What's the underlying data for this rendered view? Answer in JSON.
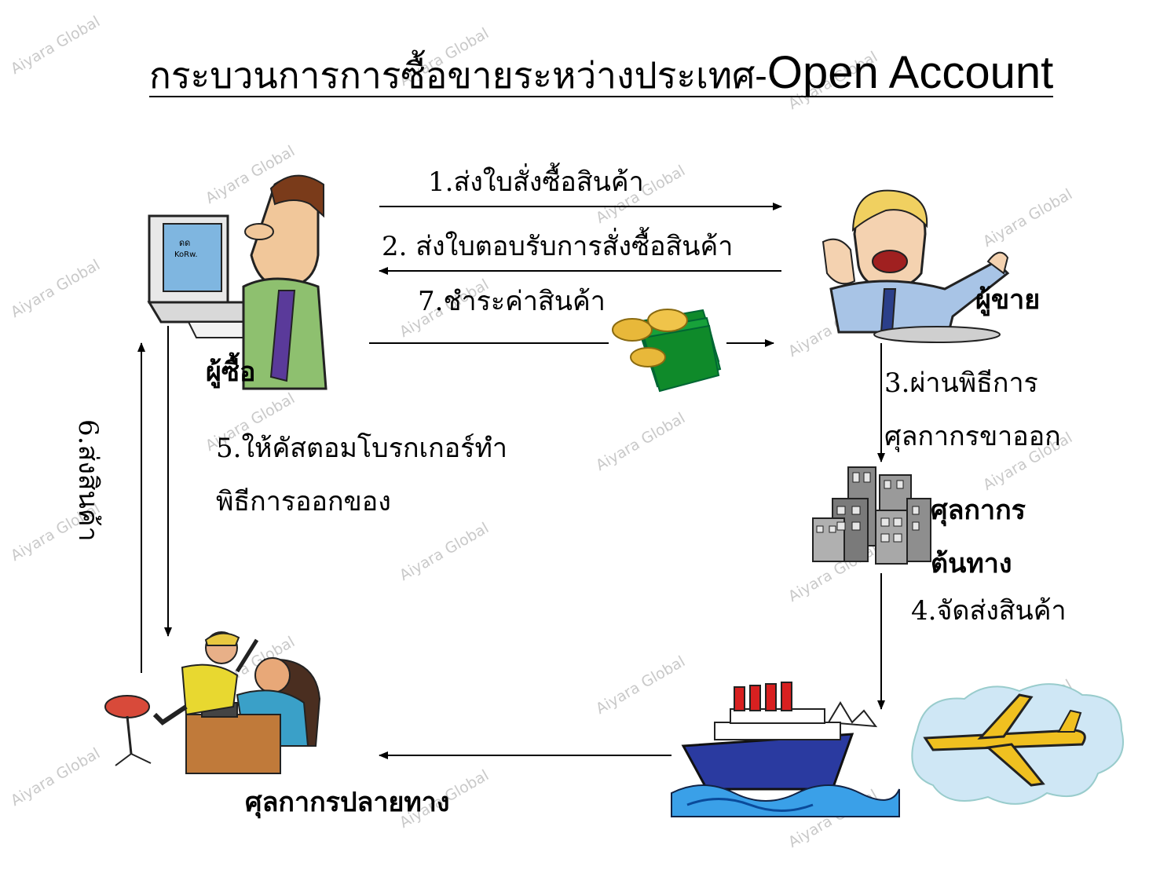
{
  "title": {
    "thai": "กระบวนการการซื้อขายระหว่างประเทศ-",
    "english": "Open Account"
  },
  "steps": {
    "step1": "1.ส่งใบสั่งซื้อสินค้า",
    "step2": "2. ส่งใบตอบรับการสั่งซื้อสินค้า",
    "step7": "7.ชำระค่าสินค้า",
    "step3_line1": "3.ผ่านพิธีการ",
    "step3_line2": "ศุลกากรขาออก",
    "step4": "4.จัดส่งสินค้า",
    "step5_line1": "5.ให้คัสตอมโบรกเกอร์ทำ",
    "step5_line2": "พิธีการออกของ",
    "step6": "6.ส่งสินค้า"
  },
  "actors": {
    "buyer": "ผู้ซื้อ",
    "seller": "ผู้ขาย",
    "origin_customs_line1": "ศุลกากร",
    "origin_customs_line2": "ต้นทาง",
    "destination_customs": "ศุลกากรปลายทาง"
  },
  "computer_screen_text": "ดด\nKoRw.",
  "watermark": "Aiyara Global"
}
